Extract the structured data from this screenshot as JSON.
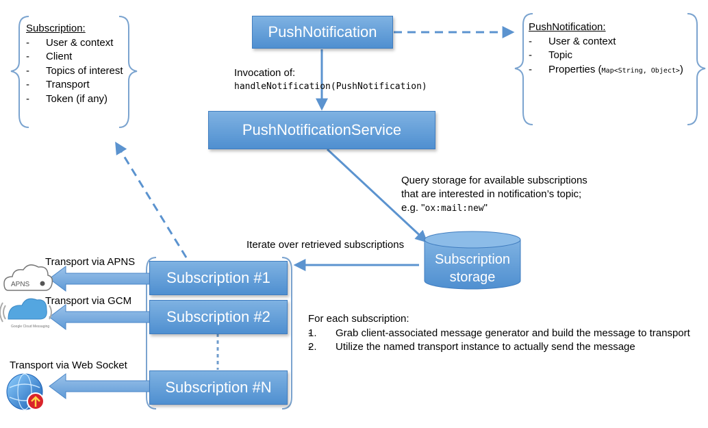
{
  "nodes": {
    "push_notification": "PushNotification",
    "push_notification_service": "PushNotificationService",
    "subscription_1": "Subscription #1",
    "subscription_2": "Subscription #2",
    "subscription_n": "Subscription #N",
    "storage_line1": "Subscription",
    "storage_line2": "storage"
  },
  "subscription_panel": {
    "title": "Subscription:",
    "items": [
      "User & context",
      "Client",
      "Topics of interest",
      "Transport",
      "Token (if any)"
    ]
  },
  "push_notification_panel": {
    "title": "PushNotification:",
    "items": [
      "User & context",
      "Topic"
    ],
    "properties_label": "Properties (",
    "properties_type": "Map<String, Object>",
    "properties_close": ")"
  },
  "invocation": {
    "line1": "Invocation of:",
    "line2": "handleNotification(PushNotification)"
  },
  "query": {
    "line1": "Query storage for available subscriptions",
    "line2": "that are interested in notification’s topic;",
    "line3_prefix": "e.g. \"",
    "line3_code": "ox:mail:new",
    "line3_suffix": "\""
  },
  "iterate_label": "Iterate over retrieved subscriptions",
  "transports": {
    "apns": "Transport via APNS",
    "gcm": "Transport via GCM",
    "websocket": "Transport via Web Socket"
  },
  "icons": {
    "apns_text": "APNS",
    "gcm_caption": "Google Cloud Messaging"
  },
  "for_each": {
    "title": "For each subscription:",
    "steps": [
      {
        "num": "1.",
        "text": "Grab client-associated message generator and build the message to transport"
      },
      {
        "num": "2.",
        "text": "Utilize the named transport instance to actually send the message"
      }
    ]
  },
  "colors": {
    "box_fill": "#5f9ad6",
    "box_border": "#3f7cbf",
    "arrow": "#5b93cf",
    "brace": "#7aa3cf"
  }
}
